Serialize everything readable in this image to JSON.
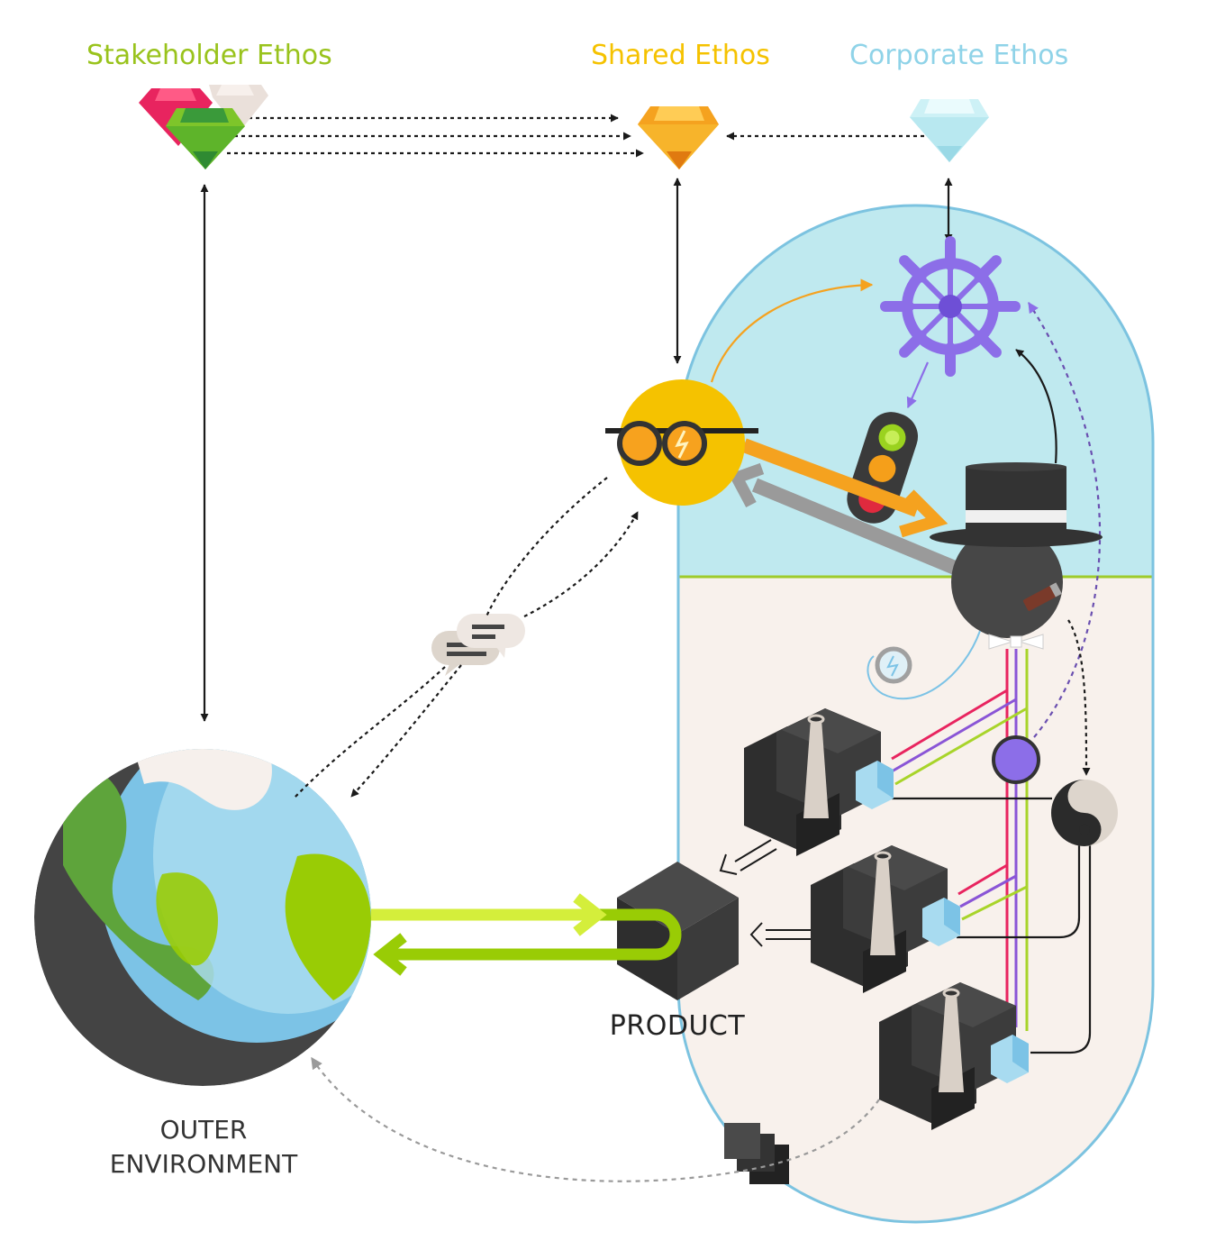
{
  "labels": {
    "stakeholder_ethos": "Stakeholder Ethos",
    "shared_ethos": "Shared Ethos",
    "corporate_ethos": "Corporate Ethos",
    "product": "PRODUCT",
    "outer_environment_line1": "OUTER",
    "outer_environment_line2": "ENVIRONMENT"
  },
  "colors": {
    "stakeholder_green": "#99c31c",
    "shared_yellow": "#f5c200",
    "corporate_blue": "#8fd3e8",
    "pill_sky": "#bfe9ef",
    "pill_ground": "#f8f1ec",
    "pill_border": "#7cc3e0",
    "horizon_green": "#9ecb2a",
    "helm_purple": "#8c6ee8",
    "arrow_orange": "#f5a21f",
    "arrow_gray": "#9a9a9a",
    "ocean_blue": "#7cc3e6",
    "land_green": "#5ea43b",
    "land_lime": "#99cc05",
    "factory_dark": "#333333",
    "wire_pink": "#e8245f",
    "wire_purple": "#8a55d6",
    "wire_lime": "#a8d42a"
  },
  "icons": [
    "gem-cluster-icon",
    "orange-gem-icon",
    "diamond-icon",
    "ship-wheel-icon",
    "traffic-light-icon",
    "sun-with-glasses-icon",
    "top-hat-boss-icon",
    "monocle-icon",
    "speech-bubbles-icon",
    "globe-icon",
    "product-cube-icon",
    "factory-icon",
    "yin-yang-icon",
    "waste-blocks-icon"
  ]
}
